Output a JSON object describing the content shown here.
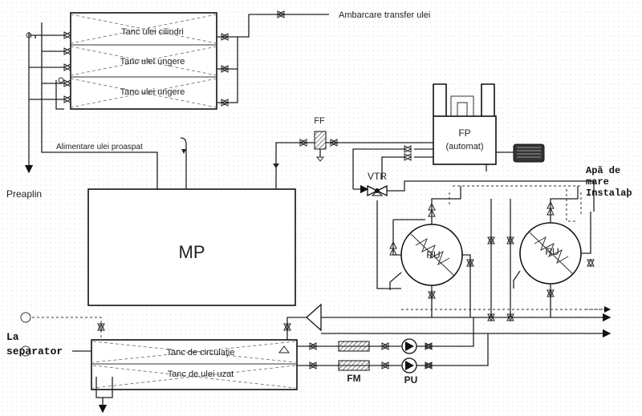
{
  "labels": {
    "ambarcare": "Ambarcare transfer ulei",
    "tanc_cilindri": "Tanc ulei cilindri",
    "tanc_ungere_1": "Tanc ulei ungere",
    "tanc_ungere_2": "Tanc ulei ungere",
    "preaplin": "Preaplin",
    "alimentare": "Alimentare ulei proaspat",
    "mp": "MP",
    "ff": "FF",
    "fp": "FP",
    "fp_sub": "(automat)",
    "vtr": "VTR",
    "apa_line1": "Apă de",
    "apa_line2": "mare",
    "apa_line3": "Instalaþ",
    "ru_left": "RU",
    "ru_right": "RU",
    "la": "La",
    "separator": "separator",
    "tanc_circulatie": "Tanc de circulaţie",
    "tanc_uzat": "Tanc de ulei uzat",
    "fm": "FM",
    "pu": "PU"
  },
  "colors": {
    "line": "#222222",
    "hatch": "#555555",
    "pump_fill": "#111111",
    "motor_fill": "#333333"
  }
}
